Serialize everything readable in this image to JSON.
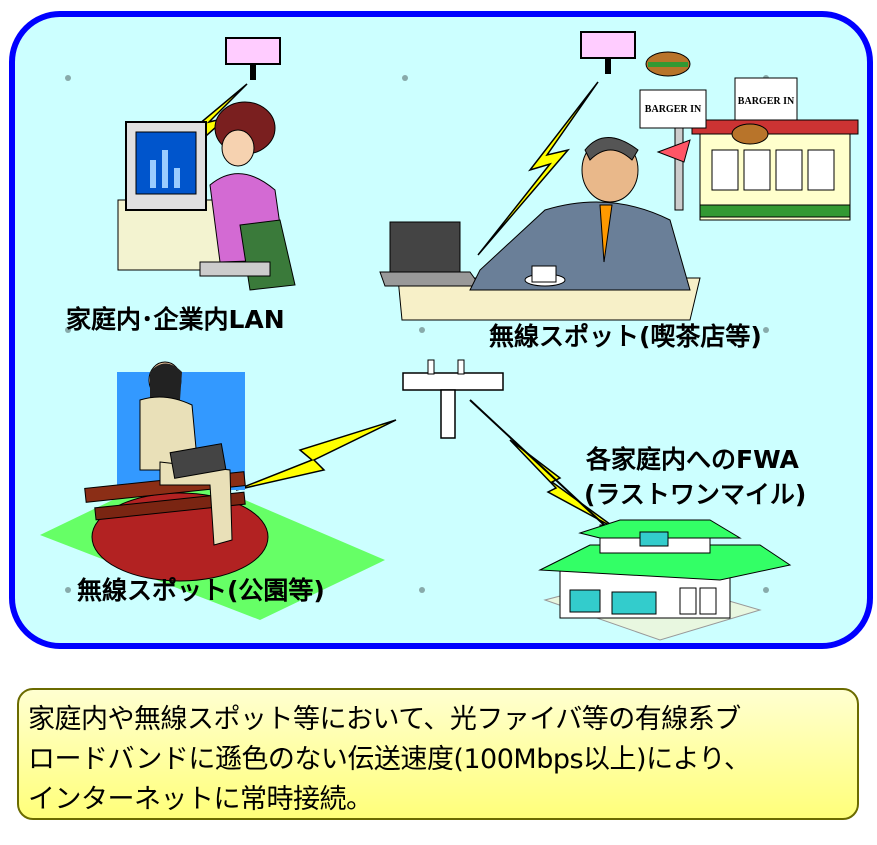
{
  "labels": {
    "lan": "家庭内･企業内LAN",
    "cafe": "無線スポット(喫茶店等)",
    "fwa_line1": "各家庭内へのFWA",
    "fwa_line2": "(ラストワンマイル)",
    "park": "無線スポット(公園等)"
  },
  "signs": {
    "left": "BARGER IN",
    "right": "BARGER IN"
  },
  "note": {
    "lines": [
      "家庭内や無線スポット等において、光ファイバ等の有線系ブ",
      "ロードバンドに遜色のない伝送速度(100Mbps以上)により、",
      "インターネットに常時接続。"
    ]
  },
  "colors": {
    "panel_fill": "#ccffff",
    "panel_border": "#0000ff",
    "note_fill": "#ffff99",
    "antenna": "#ffccff",
    "bolt": "#ffff00",
    "house": "#33ff66"
  }
}
